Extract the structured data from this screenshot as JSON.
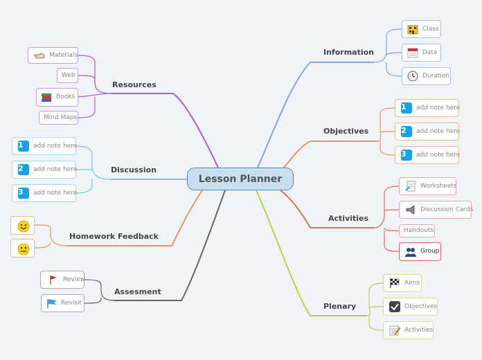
{
  "central": {
    "label": "Lesson Planner"
  },
  "topics": {
    "resources": "Resources",
    "discussion": "Discussion",
    "homework": "Homework Feedback",
    "assesment": "Assesment",
    "information": "Information",
    "objectives": "Objectives",
    "activities": "Activities",
    "plenary": "Plenary"
  },
  "resources": [
    "Materials",
    "Web",
    "Books",
    "Mind Maps"
  ],
  "discussion": [
    "add note here",
    "add note here",
    "add note here"
  ],
  "assesment": [
    "Review",
    "Revisit"
  ],
  "information": [
    "Class",
    "Date",
    "Duration"
  ],
  "objectives": [
    "add note here",
    "add note here",
    "add note here"
  ],
  "activities": [
    "Worksheets",
    "Discussion Cards",
    "Handouts",
    "Group"
  ],
  "plenary": [
    "Aims",
    "Objectives",
    "Activities"
  ],
  "numbers": [
    "1",
    "2",
    "3"
  ],
  "colors": {
    "resources": "#a85ae8",
    "discussion": "#6ccfd8",
    "homework": "#f0925a",
    "assesment": "#666666",
    "information": "#80a6dc",
    "objectives": "#f0925a",
    "activities": "#e8665a",
    "plenary": "#b2d64a",
    "central_fill": "#c8dff0",
    "central_border": "#4f86c6"
  }
}
